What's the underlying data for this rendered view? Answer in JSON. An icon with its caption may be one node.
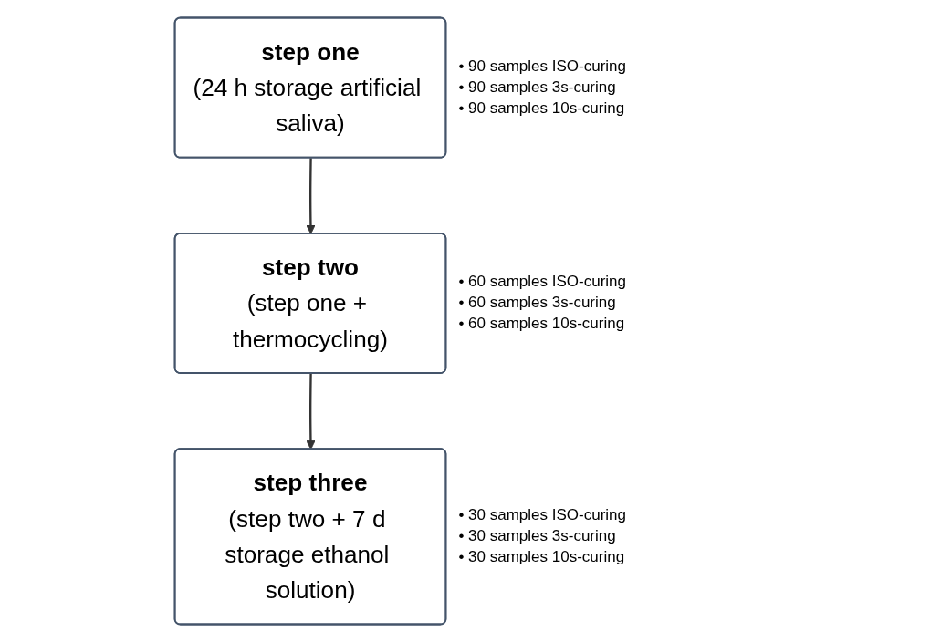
{
  "diagram": {
    "nodes": [
      {
        "text": [
          "step one",
          "(24 h storage artificial saliva)"
        ],
        "beside": [
          "• 90 samples ISO-curing",
          "• 90 samples 3s-curing",
          "• 90 samples 10s-curing"
        ]
      },
      {
        "text": [
          "step two",
          "(step one + thermocycling)"
        ],
        "beside": [
          "• 60 samples ISO-curing",
          "• 60 samples 3s-curing",
          "• 60 samples 10s-curing"
        ]
      },
      {
        "text": [
          "step three",
          "(step two + 7 d storage ethanol solution)"
        ],
        "beside": [
          "• 30 samples ISO-curing",
          "• 30 samples 3s-curing",
          "• 30 samples 10s-curing"
        ]
      }
    ],
    "edges": [
      {
        "from": 0,
        "to": 1,
        "arrow": "to"
      },
      {
        "from": 1,
        "to": 2,
        "arrow": "to"
      }
    ]
  }
}
